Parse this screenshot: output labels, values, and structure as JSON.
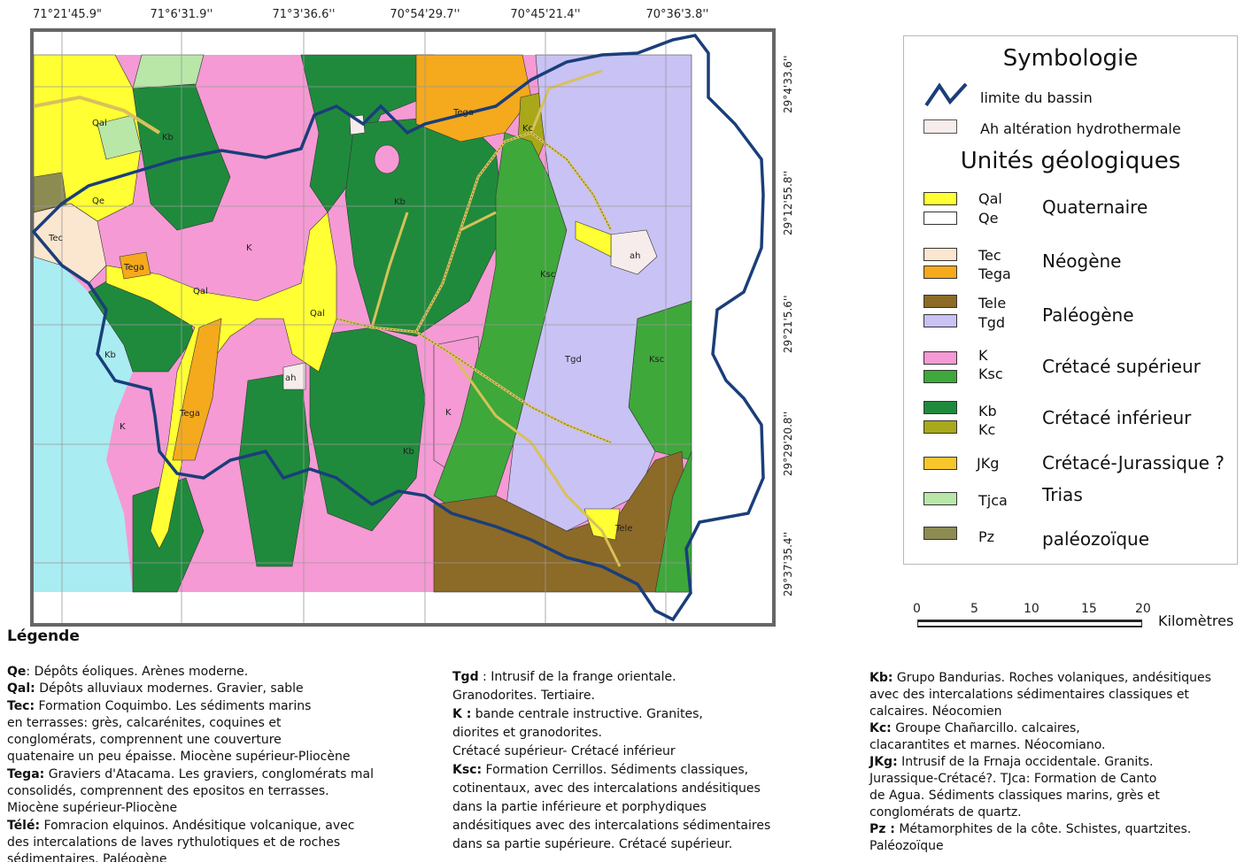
{
  "coords": {
    "top": [
      "71°21'45.9\"",
      "71°6'31.9''",
      "71°3'36.6''",
      "70°54'29.7''",
      "70°45'21.4''",
      "70°36'3.8''"
    ],
    "right": [
      "29°4'33.6''",
      "29°12'55.8''",
      "29°21'5.6''",
      "29°29'20.8''",
      "29°37'35.4''"
    ]
  },
  "map_labels": {
    "qal1": "Qal",
    "kb1": "Kb",
    "qe": "Qe",
    "tec": "Tec",
    "tega1": "Tega",
    "k1": "K",
    "qal2": "Qal",
    "qal3": "Qal",
    "kb2": "Kb",
    "ah1": "ah",
    "k2": "K",
    "tega2": "Tega",
    "kb3": "Kb",
    "kb4": "Kb",
    "tega3": "Tega",
    "kc": "Kc",
    "ksc1": "Ksc",
    "ah2": "ah",
    "tgd": "Tgd",
    "ksc2": "Ksc",
    "k3": "K",
    "tele": "Tele"
  },
  "symbology": {
    "title": "Symbologie",
    "basin_limit": "limite du bassin",
    "ah": "Ah altération hydrothermale",
    "units_title": "Unités géologiques",
    "units": [
      {
        "codes": [
          "Qal",
          "Qe"
        ],
        "colors": [
          "#ffff33",
          "#ffffff"
        ],
        "period": "Quaternaire"
      },
      {
        "codes": [
          "Tec",
          "Tega"
        ],
        "colors": [
          "#fbe6cf",
          "#f5a91c"
        ],
        "period": "Néogène"
      },
      {
        "codes": [
          "Tele",
          "Tgd"
        ],
        "colors": [
          "#8c6a27",
          "#c9c2f4"
        ],
        "period": "Paléogène"
      },
      {
        "codes": [
          "K",
          "Ksc"
        ],
        "colors": [
          "#f59ad4",
          "#3ea83a"
        ],
        "period": "Crétacé supérieur"
      },
      {
        "codes": [
          "Kb",
          "Kc"
        ],
        "colors": [
          "#1f8a3c",
          "#a8a81a"
        ],
        "period": "Crétacé inférieur"
      },
      {
        "codes": [
          "JKg"
        ],
        "colors": [
          "#f7c62a"
        ],
        "period": "Crétacé-Jurassique ?"
      },
      {
        "codes": [
          "Tjca"
        ],
        "colors": [
          "#b8e7a8"
        ],
        "period": "Trias"
      },
      {
        "codes": [
          "Pz"
        ],
        "colors": [
          "#8c8c52"
        ],
        "period": "paléozoïque"
      }
    ]
  },
  "scale": {
    "ticks": [
      "0",
      "5",
      "10",
      "15",
      "20"
    ],
    "unit": "Kilomètres"
  },
  "legend": {
    "title": "Légende",
    "col1": [
      {
        "code": "Qe",
        "text": ": Dépôts éoliques. Arènes moderne."
      },
      {
        "code": "Qal:",
        "text": " Dépôts alluviaux modernes. Gravier, sable"
      },
      {
        "code": "Tec:",
        "text": " Formation Coquimbo. Les sédiments marins"
      },
      {
        "code": "",
        "text": "en terrasses: grès, calcarénites, coquines et"
      },
      {
        "code": "",
        "text": "conglomérats, comprennent une couverture"
      },
      {
        "code": "",
        "text": "quatenaire un peu épaisse. Miocène supérieur-Pliocène"
      },
      {
        "code": "Tega:",
        "text": " Graviers d'Atacama. Les graviers, conglomérats mal"
      },
      {
        "code": "",
        "text": "consolidés, comprennent des epositos en terrasses."
      },
      {
        "code": "",
        "text": "Miocène supérieur-Pliocène"
      },
      {
        "code": "Télé:",
        "text": " Fomracion elquinos. Andésitique volcanique, avec"
      },
      {
        "code": "",
        "text": "des intercalations de laves rythulotiques et de roches"
      },
      {
        "code": "",
        "text": "sédimentaires. Paléogène"
      }
    ],
    "col2": [
      {
        "code": "Tgd",
        "text": " : Intrusif de la frange orientale."
      },
      {
        "code": "",
        "text": "Granodorites. Tertiaire."
      },
      {
        "code": "K :",
        "text": " bande centrale instructive. Granites,"
      },
      {
        "code": "",
        "text": "diorites et granodorites."
      },
      {
        "code": "",
        "text": "Crétacé supérieur- Crétacé inférieur"
      },
      {
        "code": "Ksc:",
        "text": " Formation Cerrillos. Sédiments classiques,"
      },
      {
        "code": "",
        "text": "cotinentaux, avec des intercalations andésitiques"
      },
      {
        "code": "",
        "text": "dans la partie inférieure et porphydiques"
      },
      {
        "code": "",
        "text": "andésitiques avec des intercalations sédimentaires"
      },
      {
        "code": "",
        "text": "dans sa partie supérieure. Crétacé supérieur."
      }
    ],
    "col3": [
      {
        "code": "Kb:",
        "text": " Grupo Bandurias. Roches volaniques, andésitiques"
      },
      {
        "code": "",
        "text": "avec des intercalations sédimentaires classiques et"
      },
      {
        "code": "",
        "text": "calcaires. Néocomien"
      },
      {
        "code": "Kc:",
        "text": " Groupe Chañarcillo. calcaires,"
      },
      {
        "code": "",
        "text": " clacarantites et marnes. Néocomiano."
      },
      {
        "code": "JKg:",
        "text": " Intrusif de la Frnaja occidentale. Granits."
      },
      {
        "code": "",
        "text": "Jurassique-Crétacé?. TJca: Formation de Canto"
      },
      {
        "code": "",
        "text": "de Agua.  Sédiments classiques marins, grès et"
      },
      {
        "code": "",
        "text": "conglomérats de quartz."
      },
      {
        "code": "Pz :",
        "text": " Métamorphites de la côte. Schistes, quartzites."
      },
      {
        "code": "",
        "text": "Paléozoïque"
      }
    ]
  }
}
